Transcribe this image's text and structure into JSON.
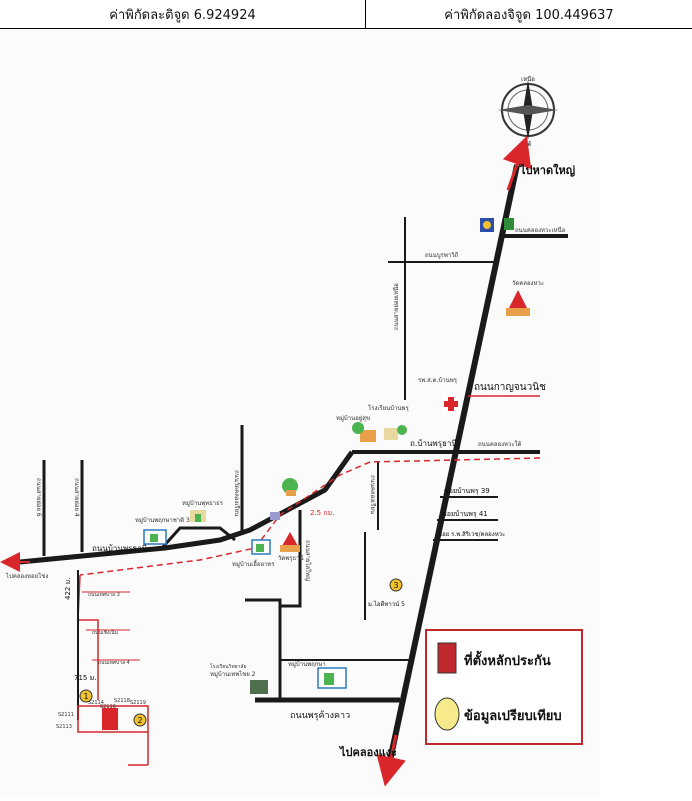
{
  "header": {
    "latitude_label": "ค่าพิกัดละติจูด 6.924924",
    "longitude_label": "ค่าพิกัดลองจิจูด 100.449637"
  },
  "map": {
    "direction_top": "ไปหาดใหญ่",
    "direction_bottom": "ไปคลองแงะ",
    "direction_left": "ไปคลองหอยโข่ง",
    "compass_north": "เหนือ",
    "compass_south": "ใต้",
    "roads": {
      "main_west": "ถนนบ้านพรุธานี",
      "main_east": "ถ.บ้านพรุธานี",
      "south": "ถนนพรุค้างคาว",
      "kanjanawanit": "ถนนกาญจนวนิช",
      "soi_39": "ซอยบ้านพรุ 39",
      "soi_41": "ซอยบ้านพรุ 41",
      "soi_khlong": "ซอย ร.พ.สิริเวช/คลองหวะ",
      "north_soi": "ถนนคลองหวะเหนือ",
      "soi_a": "ถนนบูรพาวิถี",
      "soi_b": "ถนนคลองหวะใต้",
      "road_6": "ถนนสายย่อย 6",
      "road_4": "ถนนสายย่อย 4",
      "left_1": "ถนนเทศบาล 3",
      "left_2": "ถนนเชิงเนิน",
      "left_3": "ถนนเทศบาล 4",
      "vertical_mid": "ถนนวัดคลองเรียน",
      "vertical_mid2": "ถนนคลองเรียน",
      "vertical_soi": "ถนนสายไสใหญ่",
      "vertical_near_hosp": "ถนนสายย่อยเหนือ"
    },
    "places": {
      "hospital": "รพ.ส.ต.บ้านพรุ",
      "temple": "วัดพรุธานี",
      "village_1": "หมู่บ้านพฤกษาชาติ 3",
      "village_2": "หมู่บ้านพุทธาธร",
      "village_3": "หมู่บ้านเอื้ออาทร",
      "village_4": "หมู่บ้านเทพไชย 2",
      "village_5": "หมู่บ้านอยู่สุข",
      "village_6": "หมู่บ้านพฤกษา",
      "school_1": "โรงเรียนบ้านพรุ",
      "school_2": "โรงเรียนวิทยาลัย",
      "place_3": "ม.ไอดีทาวน์ 5",
      "temple_north": "วัดคลองหวะ"
    },
    "distances": {
      "d1": "2.5 กม.",
      "d2": "422 ม.",
      "d3": "715 ม."
    },
    "markers": [
      "1",
      "2",
      "3"
    ],
    "plots": [
      "S2111",
      "S2114",
      "S2116",
      "S2118",
      "S2119",
      "S2113"
    ],
    "legend": {
      "boundary_label": "ที่ตั้งหลักประกัน",
      "comparison_label": "ข้อมูลเปรียบเทียบ"
    },
    "colors": {
      "road": "#1a1a1a",
      "route": "#d8262b",
      "legend_red": "#c0282d",
      "legend_yellow": "#f6ea8a",
      "marker_yellow": "#f2c12e"
    }
  }
}
